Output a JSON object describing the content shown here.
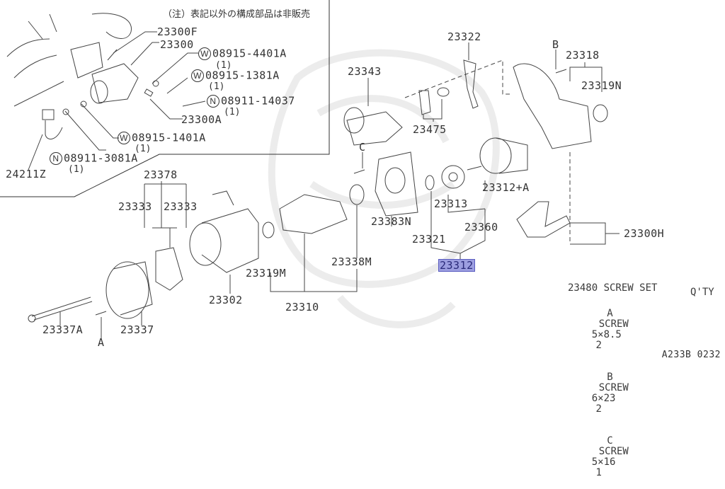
{
  "diagram": {
    "note_jp": "（注）表記以外の構成部品は非販売",
    "highlight_color": "#9c9ee0",
    "inset_parts": [
      {
        "id": "23300F"
      },
      {
        "id": "23300"
      },
      {
        "id": "23300A"
      },
      {
        "id": "24211Z"
      }
    ],
    "inset_hardware": [
      {
        "type": "W",
        "number": "08915-4401A",
        "qty": "(1)"
      },
      {
        "type": "W",
        "number": "08915-1381A",
        "qty": "(1)"
      },
      {
        "type": "N",
        "number": "08911-14037",
        "qty": "(1)"
      },
      {
        "type": "W",
        "number": "08915-1401A",
        "qty": "(1)"
      },
      {
        "type": "N",
        "number": "08911-3081A",
        "qty": "(1)"
      }
    ],
    "parts": {
      "p23343": "23343",
      "p23322": "23322",
      "p23475": "23475",
      "p23318": "23318",
      "p23319N": "23319N",
      "p23378": "23378",
      "p23333a": "23333",
      "p23333b": "23333",
      "p23383N": "23383N",
      "p23313": "23313",
      "p23312A": "23312+A",
      "p23321": "23321",
      "p23360": "23360",
      "p23312": "23312",
      "p23300H": "23300H",
      "p23319M": "23319M",
      "p23338M": "23338M",
      "p23302": "23302",
      "p23310": "23310",
      "p23337A": "23337A",
      "p23337": "23337"
    },
    "screw_refs": {
      "A": "A",
      "B": "B",
      "C": "C"
    },
    "screw_set": {
      "title": "23480 SCREW SET",
      "qty_header": "Q'TY",
      "rows": [
        {
          "ref": "A",
          "name": "SCREW",
          "size": "5×8.5",
          "qty": "2"
        },
        {
          "ref": "B",
          "name": "SCREW",
          "size": "6×23",
          "qty": "2"
        },
        {
          "ref": "C",
          "name": "SCREW",
          "size": "5×16",
          "qty": "1"
        }
      ]
    },
    "drawing_code": "A233B 0232"
  }
}
